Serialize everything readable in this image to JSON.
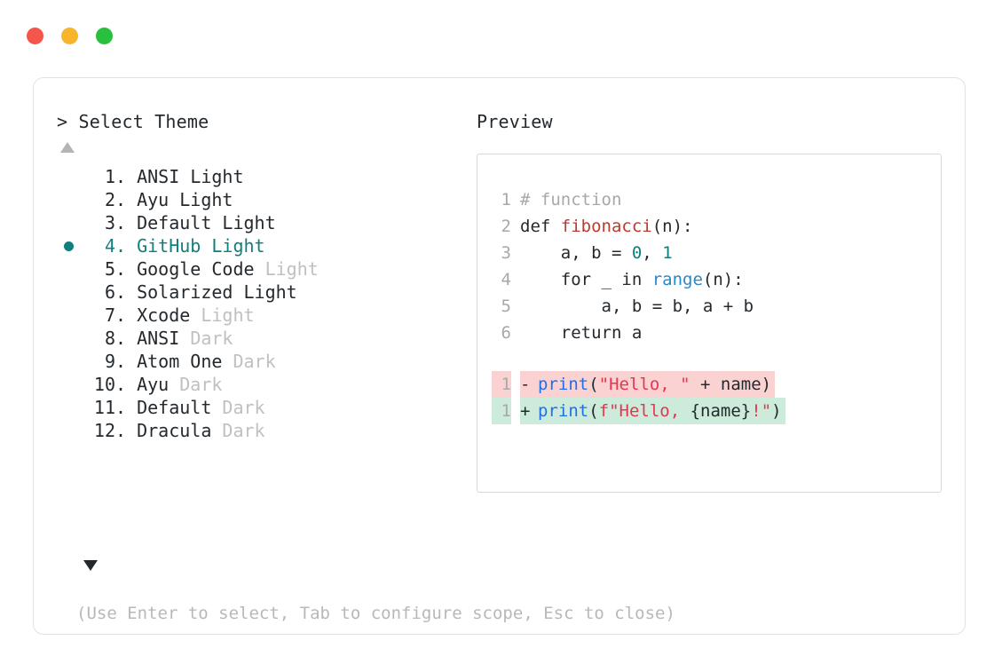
{
  "window": {
    "traffic_lights": [
      {
        "name": "close",
        "color": "#f4564c"
      },
      {
        "name": "minimize",
        "color": "#f7b52c"
      },
      {
        "name": "maximize",
        "color": "#28c03e"
      }
    ]
  },
  "prompt": {
    "marker": "> ",
    "title": "Select Theme"
  },
  "scroll": {
    "up_icon": "triangle-up",
    "down_icon": "triangle-down",
    "up_color": "#b4b4b6",
    "down_color": "#23272e"
  },
  "theme_list": {
    "selected_index": 4,
    "selected_color": "#10807e",
    "variant_dim_color": "#c0c0c3",
    "text_color": "#24292e",
    "items": [
      {
        "index": "1",
        "name": "ANSI",
        "variant": "Light",
        "variant_dim": false
      },
      {
        "index": "2",
        "name": "Ayu",
        "variant": "Light",
        "variant_dim": false
      },
      {
        "index": "3",
        "name": "Default",
        "variant": "Light",
        "variant_dim": false
      },
      {
        "index": "4",
        "name": "GitHub",
        "variant": "Light",
        "variant_dim": false,
        "selected": true
      },
      {
        "index": "5",
        "name": "Google Code",
        "variant": "Light",
        "variant_dim": true
      },
      {
        "index": "6",
        "name": "Solarized",
        "variant": "Light",
        "variant_dim": false
      },
      {
        "index": "7",
        "name": "Xcode",
        "variant": "Light",
        "variant_dim": true
      },
      {
        "index": "8",
        "name": "ANSI",
        "variant": "Dark",
        "variant_dim": true
      },
      {
        "index": "9",
        "name": "Atom One",
        "variant": "Dark",
        "variant_dim": true
      },
      {
        "index": "10",
        "name": "Ayu",
        "variant": "Dark",
        "variant_dim": true
      },
      {
        "index": "11",
        "name": "Default",
        "variant": "Dark",
        "variant_dim": true
      },
      {
        "index": "12",
        "name": "Dracula",
        "variant": "Dark",
        "variant_dim": true
      }
    ]
  },
  "preview": {
    "title": "Preview",
    "code_lines": [
      {
        "ln": "1",
        "tokens": [
          {
            "t": "# function",
            "c": "comment"
          }
        ]
      },
      {
        "ln": "2",
        "tokens": [
          {
            "t": "def ",
            "c": "kw"
          },
          {
            "t": "fibonacci",
            "c": "fn"
          },
          {
            "t": "(n):",
            "c": "plain"
          }
        ]
      },
      {
        "ln": "3",
        "tokens": [
          {
            "t": "    a, b = ",
            "c": "plain"
          },
          {
            "t": "0",
            "c": "num"
          },
          {
            "t": ", ",
            "c": "plain"
          },
          {
            "t": "1",
            "c": "num"
          }
        ]
      },
      {
        "ln": "4",
        "tokens": [
          {
            "t": "    for _ in ",
            "c": "plain"
          },
          {
            "t": "range",
            "c": "builtin"
          },
          {
            "t": "(n):",
            "c": "plain"
          }
        ]
      },
      {
        "ln": "5",
        "tokens": [
          {
            "t": "        a, b = b, a + b",
            "c": "plain"
          }
        ]
      },
      {
        "ln": "6",
        "tokens": [
          {
            "t": "    return a",
            "c": "plain"
          }
        ]
      }
    ],
    "diff_lines": [
      {
        "ln": "1",
        "sign": "-",
        "kind": "del",
        "bg": "#fbd2d2",
        "tokens": [
          {
            "t": "print",
            "c": "call"
          },
          {
            "t": "(",
            "c": "plain"
          },
          {
            "t": "\"Hello, \"",
            "c": "str"
          },
          {
            "t": " + name)",
            "c": "plain"
          }
        ]
      },
      {
        "ln": "1",
        "sign": "+",
        "kind": "add",
        "bg": "#ccebda",
        "tokens": [
          {
            "t": "print",
            "c": "call"
          },
          {
            "t": "(",
            "c": "plain"
          },
          {
            "t": "f\"Hello, ",
            "c": "str"
          },
          {
            "t": "{name}",
            "c": "plain"
          },
          {
            "t": "!\"",
            "c": "str"
          },
          {
            "t": ")",
            "c": "plain"
          }
        ]
      }
    ]
  },
  "footer": {
    "hint": "(Use Enter to select, Tab to configure scope, Esc to close)"
  }
}
